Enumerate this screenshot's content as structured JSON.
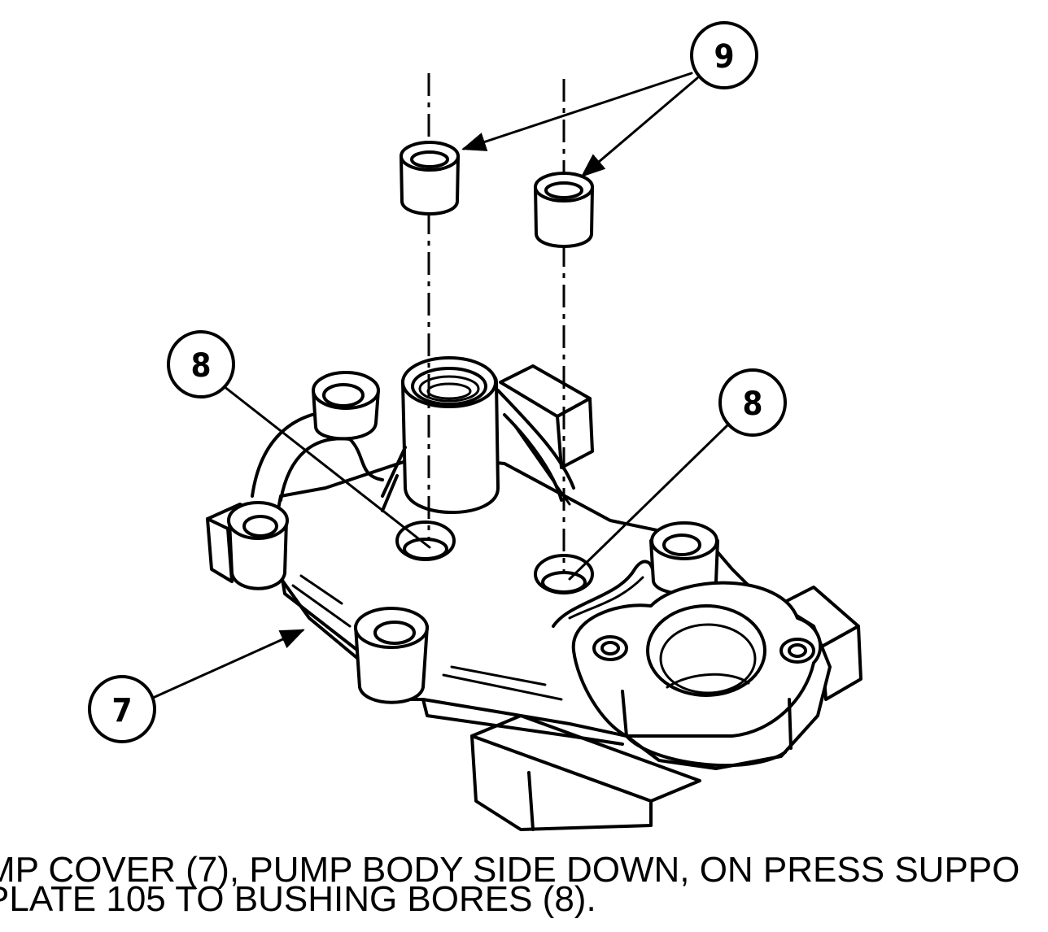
{
  "callouts": {
    "bushing": "9",
    "bore_left": "8",
    "bore_right": "8",
    "pump_cover": "7"
  },
  "caption": {
    "line1": "MP COVER (7), PUMP BODY SIDE DOWN, ON PRESS SUPPO",
    "line2": "PLATE 105 TO BUSHING BORES (8)."
  }
}
